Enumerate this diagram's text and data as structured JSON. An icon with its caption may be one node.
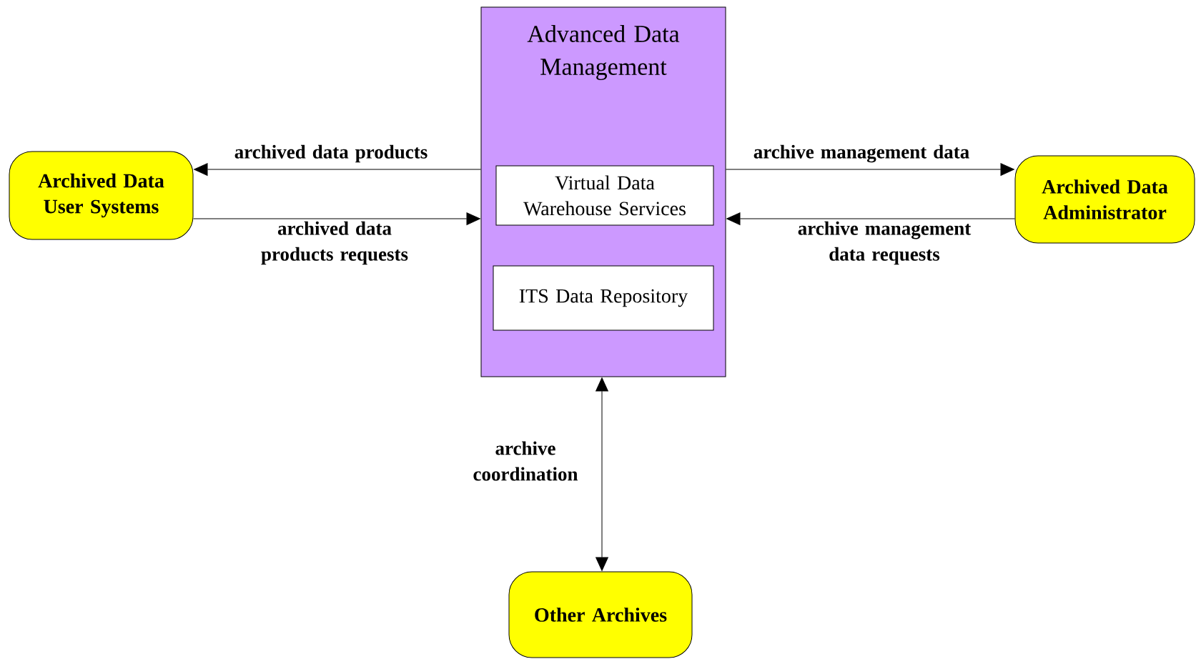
{
  "diagram": {
    "nodes": [
      {
        "text": [
          "Archived Data User Systems"
        ]
      },
      {
        "text": [
          "Advanced Data Management"
        ]
      },
      {
        "text": [
          "Virtual Data Warehouse Services"
        ],
        "in": 1
      },
      {
        "text": [
          "ITS Data Repository"
        ],
        "in": 1
      },
      {
        "text": [
          "Archived Data Administrator"
        ]
      },
      {
        "text": [
          "Other Archives"
        ]
      }
    ],
    "edges": [
      {
        "from": 1,
        "to": 0,
        "arrow": "to",
        "label": "archived data products"
      },
      {
        "from": 0,
        "to": 1,
        "arrow": "to",
        "label": "archived data products requests"
      },
      {
        "from": 1,
        "to": 4,
        "arrow": "to",
        "label": "archive  management data"
      },
      {
        "from": 4,
        "to": 1,
        "arrow": "to",
        "label": "archive management data requests"
      },
      {
        "from": 1,
        "to": 5,
        "arrow": "both",
        "label": "archive coordination"
      }
    ]
  }
}
